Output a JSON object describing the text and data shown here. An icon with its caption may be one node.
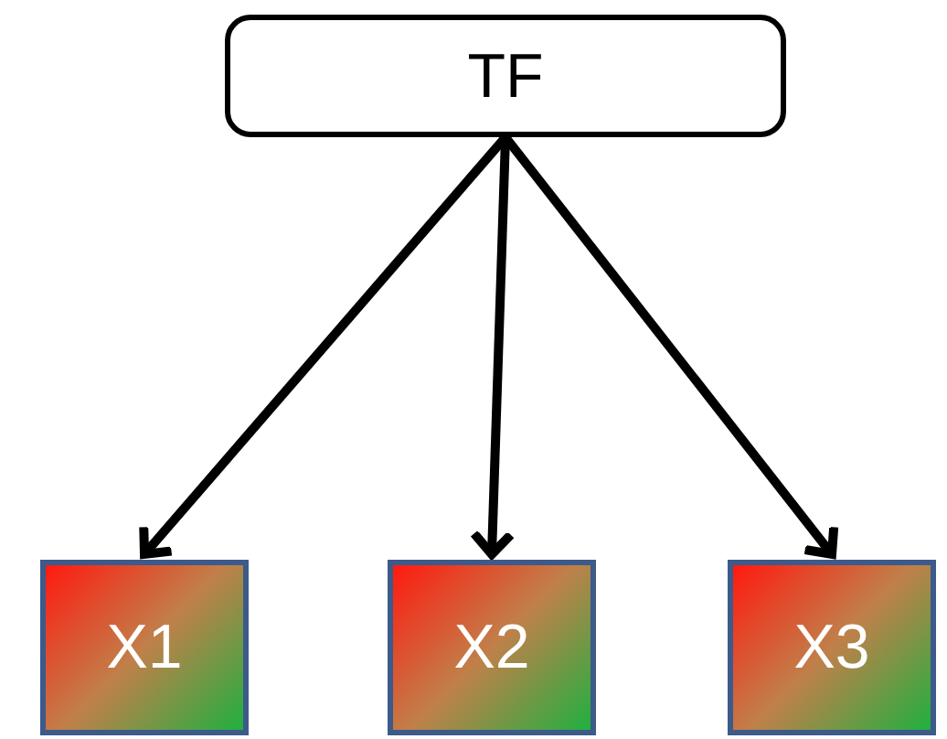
{
  "diagram": {
    "nodes": [
      {
        "text": [
          "TF"
        ]
      },
      {
        "text": [
          "X1"
        ]
      },
      {
        "text": [
          "X2"
        ]
      },
      {
        "text": [
          "X3"
        ]
      }
    ],
    "edges": [
      {
        "from": 0,
        "to": 1,
        "arrow": "to"
      },
      {
        "from": 0,
        "to": 2,
        "arrow": "to"
      },
      {
        "from": 0,
        "to": 3,
        "arrow": "to"
      }
    ]
  }
}
